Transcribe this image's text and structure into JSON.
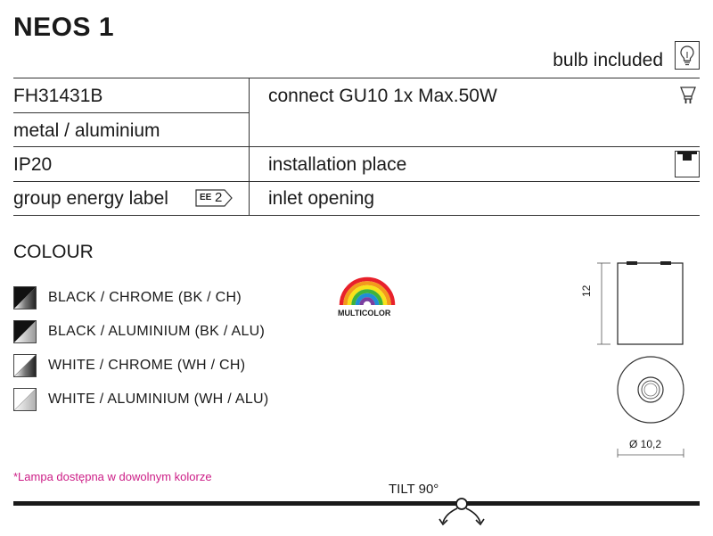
{
  "header": {
    "title": "NEOS 1",
    "bulb_label": "bulb included"
  },
  "specs": {
    "code": "FH31431B",
    "connect": "connect GU10 1x Max.50W",
    "material": "metal / aluminium",
    "ip": "IP20",
    "installation": "installation place",
    "energy_label": "group energy label",
    "energy_badge_text": "EE",
    "energy_class": "2",
    "inlet": "inlet opening"
  },
  "colour": {
    "title": "COLOUR",
    "options": [
      {
        "label": "BLACK / CHROME (BK / CH)",
        "swatch": "black-chrome"
      },
      {
        "label": "BLACK / ALUMINIUM (BK / ALU)",
        "swatch": "black-aluminium"
      },
      {
        "label": "WHITE / CHROME (WH / CH)",
        "swatch": "white-chrome"
      },
      {
        "label": "WHITE / ALUMINIUM (WH / ALU)",
        "swatch": "white-aluminium"
      }
    ],
    "multicolor_label": "MULTICOLOR"
  },
  "dimensions": {
    "height": "12",
    "diameter": "Ø 10,2"
  },
  "note": "*Lampa dostępna w dowolnym kolorze",
  "tilt": "TILT 90°",
  "icons": [
    "bulb-icon",
    "gu10-icon",
    "installation-ceiling-icon",
    "energy-label-icon",
    "multicolor-rainbow-icon",
    "tilt-arrows-icon"
  ],
  "colors": {
    "note": "#cc1d86",
    "text": "#1a1a1a"
  }
}
